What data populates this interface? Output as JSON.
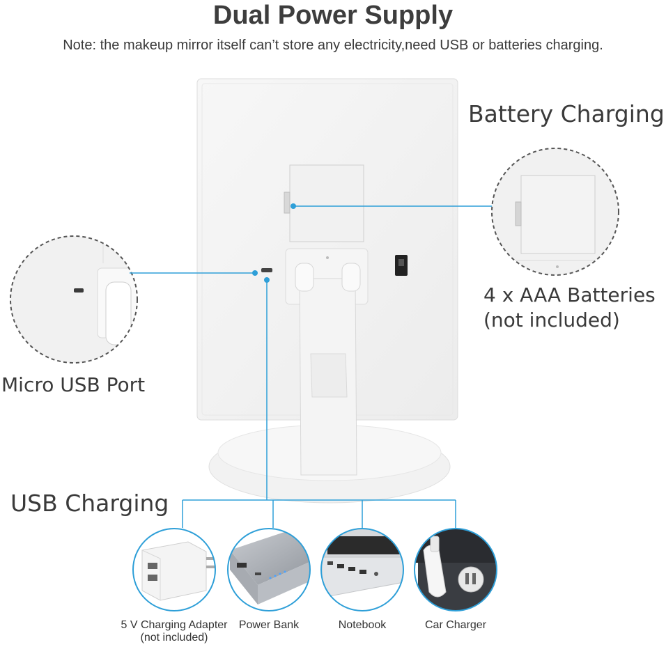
{
  "header": {
    "title": "Dual Power Supply",
    "note": "Note: the makeup mirror itself can’t store any electricity,need USB or batteries charging."
  },
  "callouts": {
    "battery_title": "Battery Charging",
    "battery_detail_line1": "4 x AAA Batteries",
    "battery_detail_line2": "(not included)",
    "usb_port": "Micro USB Port",
    "usb_charging": "USB Charging"
  },
  "devices": [
    {
      "label": "5 V Charging Adapter",
      "sublabel": "(not included)"
    },
    {
      "label": "Power Bank"
    },
    {
      "label": "Notebook"
    },
    {
      "label": "Car Charger"
    }
  ],
  "colors": {
    "accent": "#2e9fd8",
    "mirror": "#f4f4f4",
    "text": "#3a3a3a"
  },
  "icons": [
    "wall-adapter-icon",
    "power-bank-icon",
    "laptop-icon",
    "car-charger-icon",
    "toggle-switch-icon"
  ]
}
